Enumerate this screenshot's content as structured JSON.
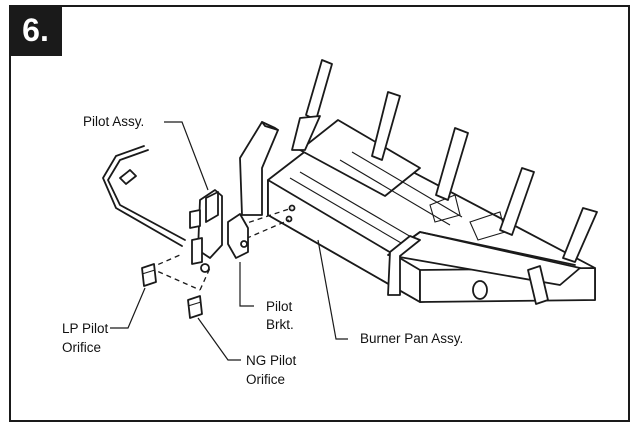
{
  "step": {
    "number": "6."
  },
  "labels": {
    "pilot_assy": "Pilot Assy.",
    "pilot_brkt_line1": "Pilot",
    "pilot_brkt_line2": "Brkt.",
    "burner_pan_assy": "Burner Pan Assy.",
    "lp_orifice_line1": "LP Pilot",
    "lp_orifice_line2": "Orifice",
    "ng_orifice_line1": "NG Pilot",
    "ng_orifice_line2": "Orifice"
  }
}
